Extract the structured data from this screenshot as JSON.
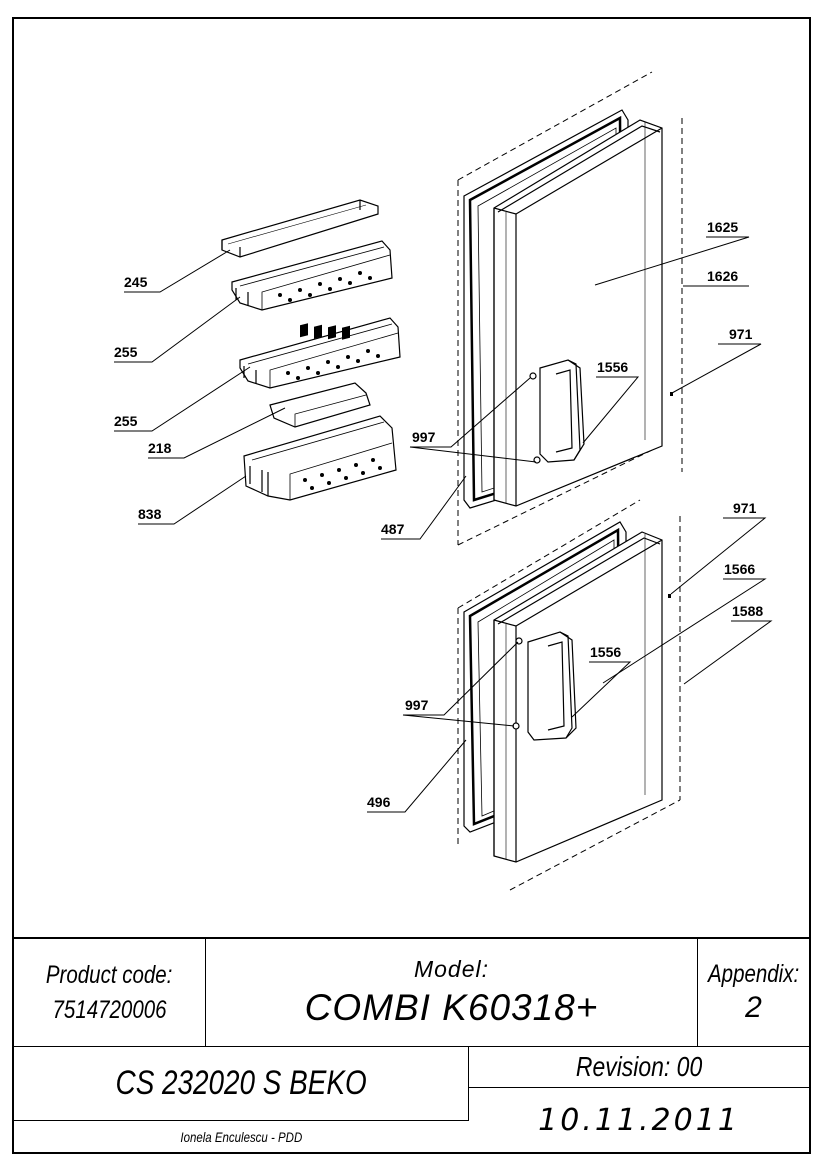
{
  "title_block": {
    "product_code_label": "Product code:",
    "product_code": "7514720006",
    "model_label": "Model:",
    "model": "COMBI K60318+",
    "appendix_label": "Appendix:",
    "appendix": "2",
    "cs_code": "CS 232020 S BEKO",
    "revision": "Revision: 00",
    "author": "Ionela Enculescu - PDD",
    "date": "10.11.2011"
  },
  "callouts": {
    "c245": "245",
    "c255a": "255",
    "c255b": "255",
    "c218": "218",
    "c838": "838",
    "c1625": "1625",
    "c1626": "1626",
    "c971a": "971",
    "c1556a": "1556",
    "c997a": "997",
    "c487": "487",
    "c971b": "971",
    "c1566": "1566",
    "c1588": "1588",
    "c1556b": "1556",
    "c997b": "997",
    "c496": "496"
  }
}
